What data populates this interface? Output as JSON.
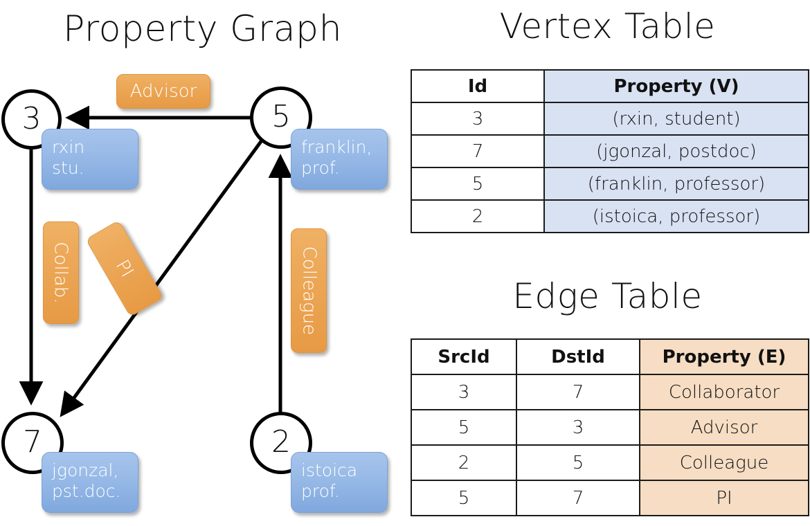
{
  "graph": {
    "title": "Property Graph",
    "nodes": [
      {
        "id": "3",
        "property_label": "rxin\nstu."
      },
      {
        "id": "5",
        "property_label": "franklin,\nprof."
      },
      {
        "id": "7",
        "property_label": "jgonzal,\npst.doc."
      },
      {
        "id": "2",
        "property_label": "istoica\nprof."
      }
    ],
    "edge_labels": [
      {
        "name": "advisor",
        "text": "Advisor"
      },
      {
        "name": "collab",
        "text": "Collab."
      },
      {
        "name": "pi",
        "text": "PI"
      },
      {
        "name": "colleague",
        "text": "Colleague"
      }
    ]
  },
  "vertex_table": {
    "title": "Vertex Table",
    "headers": [
      "Id",
      "Property (V)"
    ],
    "rows": [
      [
        "3",
        "(rxin, student)"
      ],
      [
        "7",
        "(jgonzal, postdoc)"
      ],
      [
        "5",
        "(franklin, professor)"
      ],
      [
        "2",
        "(istoica, professor)"
      ]
    ]
  },
  "edge_table": {
    "title": "Edge Table",
    "headers": [
      "SrcId",
      "DstId",
      "Property (E)"
    ],
    "rows": [
      [
        "3",
        "7",
        "Collaborator"
      ],
      [
        "5",
        "3",
        "Advisor"
      ],
      [
        "2",
        "5",
        "Colleague"
      ],
      [
        "5",
        "7",
        "PI"
      ]
    ]
  },
  "colors": {
    "vertex_header_fill": "#d9e2f3",
    "edge_header_fill": "#f6ddc3",
    "node_box_blue": "#9bbce8",
    "edge_box_orange": "#eda95a",
    "stroke": "#000000"
  }
}
